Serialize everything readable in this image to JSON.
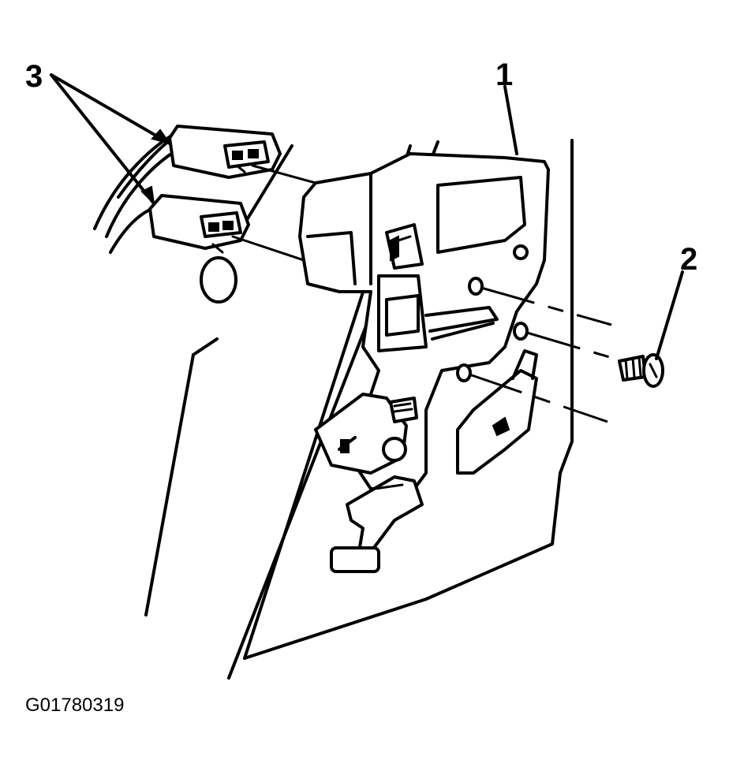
{
  "callouts": {
    "door_lock_actuator": "1",
    "screw": "2",
    "electrical_connectors": "3"
  },
  "figure_id": "G01780319"
}
